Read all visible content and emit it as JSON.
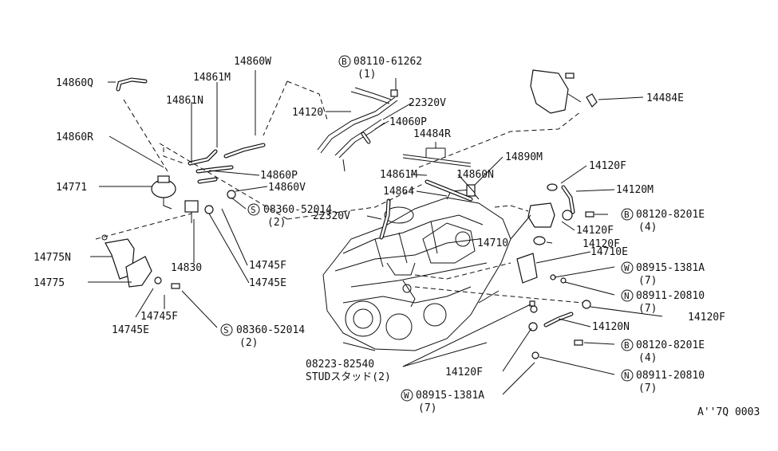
{
  "labels": {
    "p14860W": "14860W",
    "p14860Q": "14860Q",
    "p14861M_a": "14861M",
    "p14861N": "14861N",
    "p14860R": "14860R",
    "p14771": "14771",
    "p14775N": "14775N",
    "p14775": "14775",
    "p14745E_a": "14745E",
    "p14745F_a": "14745F",
    "p14830": "14830",
    "p14745F_b": "14745F",
    "p14745E_b": "14745E",
    "p14860P": "14860P",
    "p14860V": "14860V",
    "p08360_a": "08360-52014",
    "p08360_a_qty": "(2)",
    "p08360_b": "08360-52014",
    "p08360_b_qty": "(2)",
    "p08110": "08110-61262",
    "p08110_qty": "(1)",
    "p14120": "14120",
    "p22320V_a": "22320V",
    "p14060P": "14060P",
    "p14484R": "14484R",
    "p14484E": "14484E",
    "p14890M": "14890M",
    "p14861M_b": "14861M",
    "p14860N": "14860N",
    "p14864": "14864",
    "p22320V_b": "22320V",
    "p14120F_a": "14120F",
    "p14120M": "14120M",
    "p08120_a": "08120-8201E",
    "p08120_a_qty": "(4)",
    "p14120F_b": "14120F",
    "p14710": "14710",
    "p14120F_c": "14120F",
    "p14710E": "14710E",
    "p08915_a": "08915-1381A",
    "p08915_a_qty": "(7)",
    "p08911_a": "08911-20810",
    "p08911_a_qty": "(7)",
    "p14120F_d": "14120F",
    "p14120N": "14120N",
    "p08120_b": "08120-8201E",
    "p08120_b_qty": "(4)",
    "p08911_b": "08911-20810",
    "p08911_b_qty": "(7)",
    "p08223": "08223-82540",
    "p08223_sub": "STUDスタッド(2)",
    "p14120F_e": "14120F",
    "p08915_b": "08915-1381A",
    "p08915_b_qty": "(7)",
    "ref_code": "A''7Q 0003"
  },
  "symbols": {
    "S": "S",
    "B": "B",
    "W": "W",
    "N": "N"
  }
}
